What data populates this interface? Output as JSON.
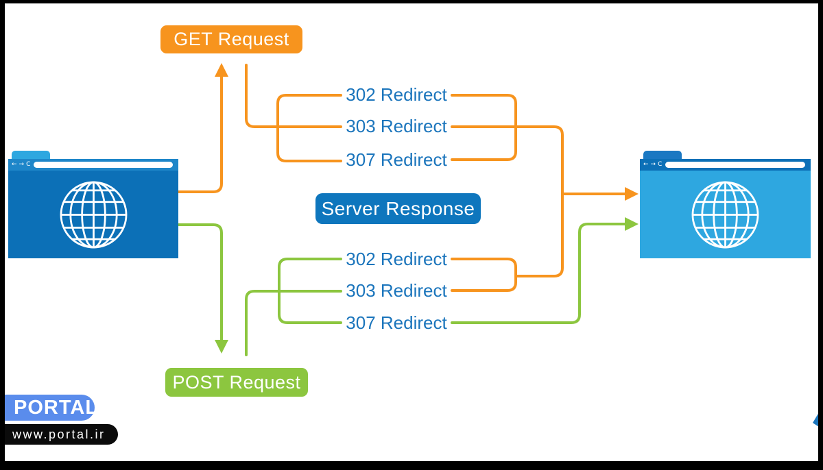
{
  "badges": {
    "get_request": "GET Request",
    "post_request": "POST Request",
    "server_response": "Server Response"
  },
  "redirects": {
    "get": [
      "302 Redirect",
      "303 Redirect",
      "307 Redirect"
    ],
    "post": [
      "302 Redirect",
      "303 Redirect",
      "307 Redirect"
    ]
  },
  "browser_chrome": {
    "back_icon": "←",
    "forward_icon": "→",
    "reload_icon": "C"
  },
  "watermark": {
    "brand": "PORTAL",
    "url": "www.portal.ir"
  },
  "colors": {
    "orange": "#F7941E",
    "green": "#8CC63F",
    "redirect_text_blue": "#1B75BC",
    "server_badge_blue": "#0E76BD",
    "browser_dark_blue": "#0C70B7",
    "browser_medium_blue": "#1E86C9",
    "browser_light_blue": "#2EA7E0",
    "portal_pill_blue": "#5A8CEC",
    "frame_black": "#000000"
  }
}
